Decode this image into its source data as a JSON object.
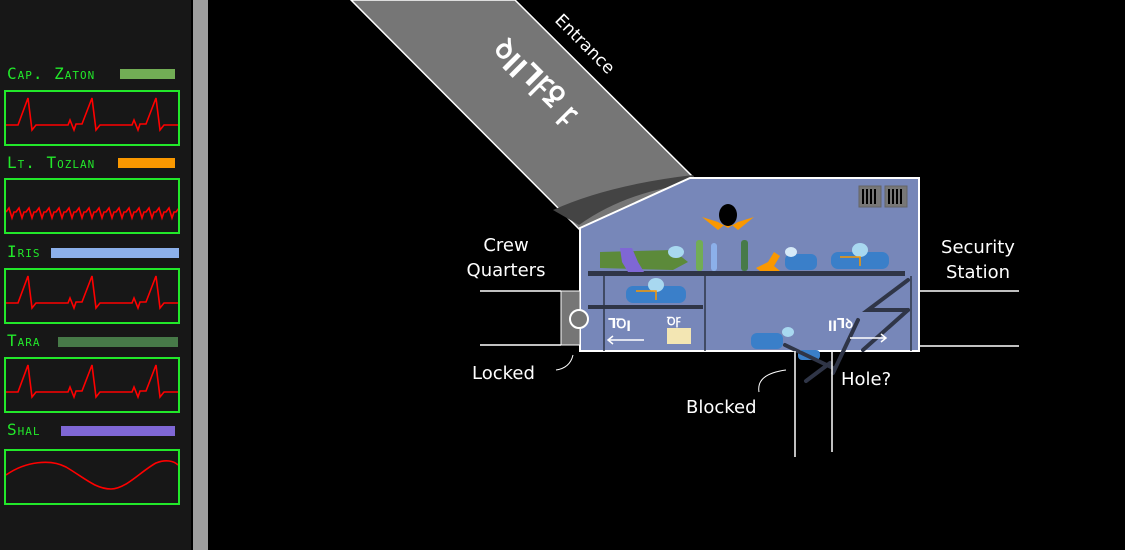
{
  "crew": [
    {
      "name": "Cap. Zaton",
      "bar_color": "#72ad55",
      "health": 1.0,
      "vitals": "ecg"
    },
    {
      "name": "Lt. Tozlan",
      "bar_color": "#fa9800",
      "health": 1.0,
      "vitals": "ecg-fast"
    },
    {
      "name": "Iris",
      "bar_color": "#8cb0ea",
      "health": 1.0,
      "vitals": "ecg"
    },
    {
      "name": "Tara",
      "bar_color": "#477a48",
      "health": 1.0,
      "vitals": "ecg"
    },
    {
      "name": "Shal",
      "bar_color": "#7f67d5",
      "health": 1.0,
      "vitals": "sine"
    }
  ],
  "colors": {
    "vitals_border": "#22e82a",
    "vitals_line": "#ff0000",
    "room_fill": "#7787b9",
    "corridor_fill": "#767676"
  },
  "map": {
    "labels": {
      "entrance": "Entrance",
      "crew_quarters_line1": "Crew",
      "crew_quarters_line2": "Quarters",
      "security_station_line1": "Security",
      "security_station_line2": "Station",
      "locked": "Locked",
      "blocked": "Blocked",
      "hole": "Hole?"
    },
    "alien_signs": {
      "corridor": "ꝺꞁꞁꞀꝻꝿ ꝼ",
      "left_sign": "ꞀꝹꞁ",
      "left_sign_small": "ꝹꝻ",
      "right_sign": "ꞁꞁꞀꝺ"
    }
  }
}
